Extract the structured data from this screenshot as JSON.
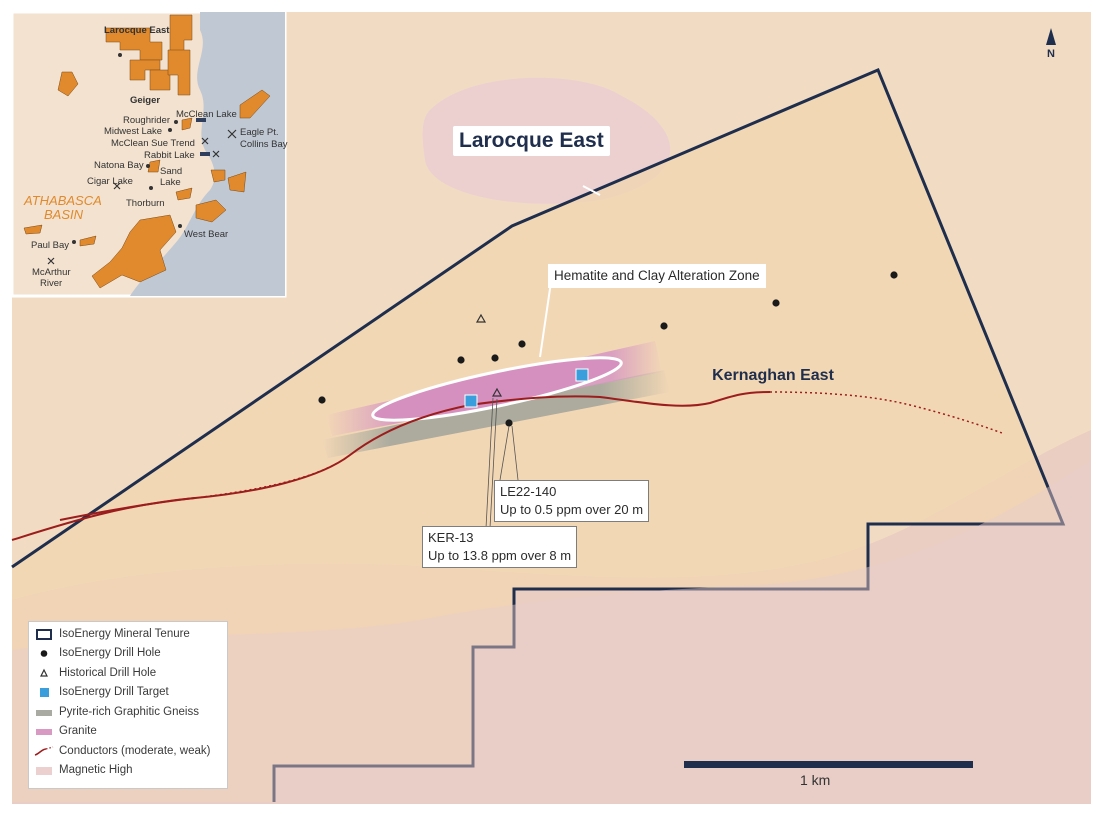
{
  "title": "Larocque East",
  "north": "N",
  "labels": {
    "alteration_zone": "Hematite and Clay Alteration Zone",
    "kernaghan": "Kernaghan East"
  },
  "callouts": [
    {
      "name": "LE22-140",
      "line1": "LE22-140",
      "line2": "Up to 0.5 ppm over 20 m"
    },
    {
      "name": "KER-13",
      "line1": "KER-13",
      "line2": "Up to 13.8 ppm over 8 m"
    }
  ],
  "scale_bar": "1 km",
  "legend": [
    {
      "symbol": "tenure",
      "label": "IsoEnergy Mineral Tenure"
    },
    {
      "symbol": "drill-hole",
      "label": "IsoEnergy Drill Hole"
    },
    {
      "symbol": "historical-hole",
      "label": "Historical Drill Hole"
    },
    {
      "symbol": "drill-target",
      "label": "IsoEnergy Drill Target"
    },
    {
      "symbol": "graphitic-gneiss",
      "label": "Pyrite-rich Graphitic Gneiss"
    },
    {
      "symbol": "granite",
      "label": "Granite"
    },
    {
      "symbol": "conductor",
      "label": "Conductors (moderate, weak)"
    },
    {
      "symbol": "magnetic-high",
      "label": "Magnetic High"
    }
  ],
  "inset": {
    "basin_label_1": "ATHABASCA",
    "basin_label_2": "BASIN",
    "places": [
      "Larocque East",
      "Geiger",
      "McClean Lake",
      "Roughrider",
      "Midwest Lake",
      "Eagle Pt.",
      "Collins Bay",
      "McClean Sue Trend",
      "Rabbit Lake",
      "Natona Bay",
      "Sand",
      "Lake",
      "Cigar Lake",
      "Thorburn",
      "West Bear",
      "Paul Bay",
      "McArthur",
      "River"
    ]
  },
  "colors": {
    "background": "#f1dcc3",
    "tenure_fill": "#f0d4af",
    "tenure_outline": "#1f2e4c",
    "magnetic_high": "#e9cfcf",
    "granite": "#d89ac2",
    "gneiss": "#a9aaa2",
    "conductor": "#9c1d1d",
    "drill_target": "#3a9ddc",
    "claims": "#e08a2d",
    "water": "#bfc7d2"
  }
}
